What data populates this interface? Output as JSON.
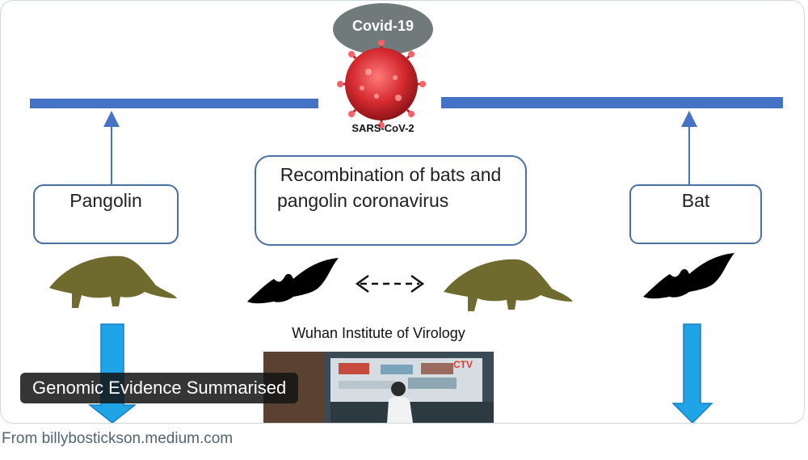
{
  "diagram": {
    "top_label": "Covid-19",
    "virus_label": "SARS-CoV-2",
    "left_box": "Pangolin",
    "center_box_line1": "Recombination of bats and",
    "center_box_line2": "pangolin coronavirus",
    "right_box": "Bat",
    "lab_label": "Wuhan Institute of Virology",
    "colors": {
      "bar": "#4472c4",
      "cloud": "#707a7b",
      "virus": "#d42a2f",
      "animal_pangolin": "#6f6a2e",
      "animal_bat": "#000000",
      "down_arrow": "#20a4e8",
      "box_border": "#4a6fa5"
    }
  },
  "media_caption": "Genomic Evidence Summarised",
  "source_text": "From billybostickson.medium.com"
}
